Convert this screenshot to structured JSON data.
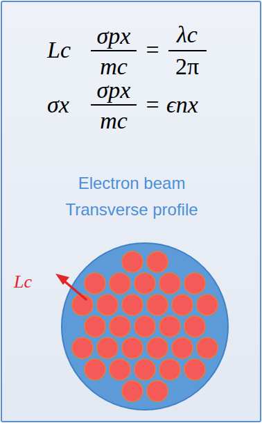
{
  "diagram": {
    "nodes": [
      {
        "text": [
          "Electron beam Transverse profile"
        ]
      }
    ],
    "labels": [
      "Lc",
      "σpx",
      "mc",
      "=",
      "λc",
      "2π",
      "σx",
      "σpx",
      "mc",
      "=",
      "ϵnx",
      "Lc"
    ]
  }
}
